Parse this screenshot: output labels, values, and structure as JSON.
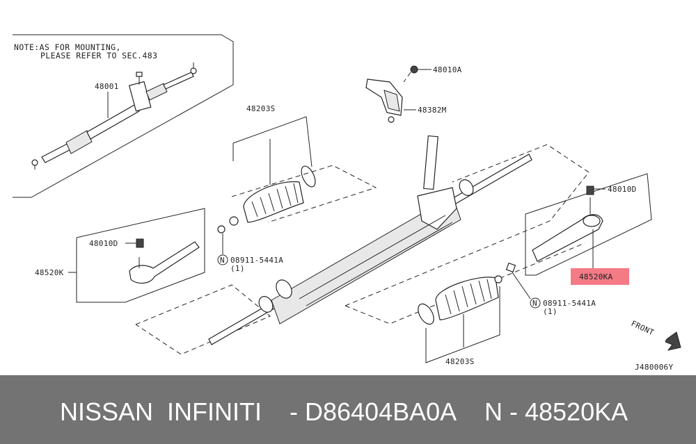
{
  "note": {
    "line1": "NOTE:AS FOR MOUNTING,",
    "line2": "PLEASE REFER TO SEC.483"
  },
  "labels": {
    "assembly": "48001",
    "boot_top": "48203S",
    "boot_bottom": "48203S",
    "nut_top": "48010A",
    "bracket": "48382M",
    "nut_right": "48010D",
    "nut_left": "48010D",
    "tie_rod_left": "48520K",
    "tie_rod_right": "48520KA",
    "clip_left": "08911-5441A",
    "clip_left_qty": "(1)",
    "clip_right": "08911-5441A",
    "clip_right_qty": "(1)",
    "clip_mark": "N",
    "front": "FRONT",
    "diagram_id": "J480006Y"
  },
  "colors": {
    "highlight": "#f47a86",
    "footer_bg": "#737373",
    "footer_text": "#ffffff"
  },
  "footer": {
    "brand": "NISSAN  INFINITI",
    "code": "- D86404BA0A",
    "part": "N - 48520KA"
  }
}
